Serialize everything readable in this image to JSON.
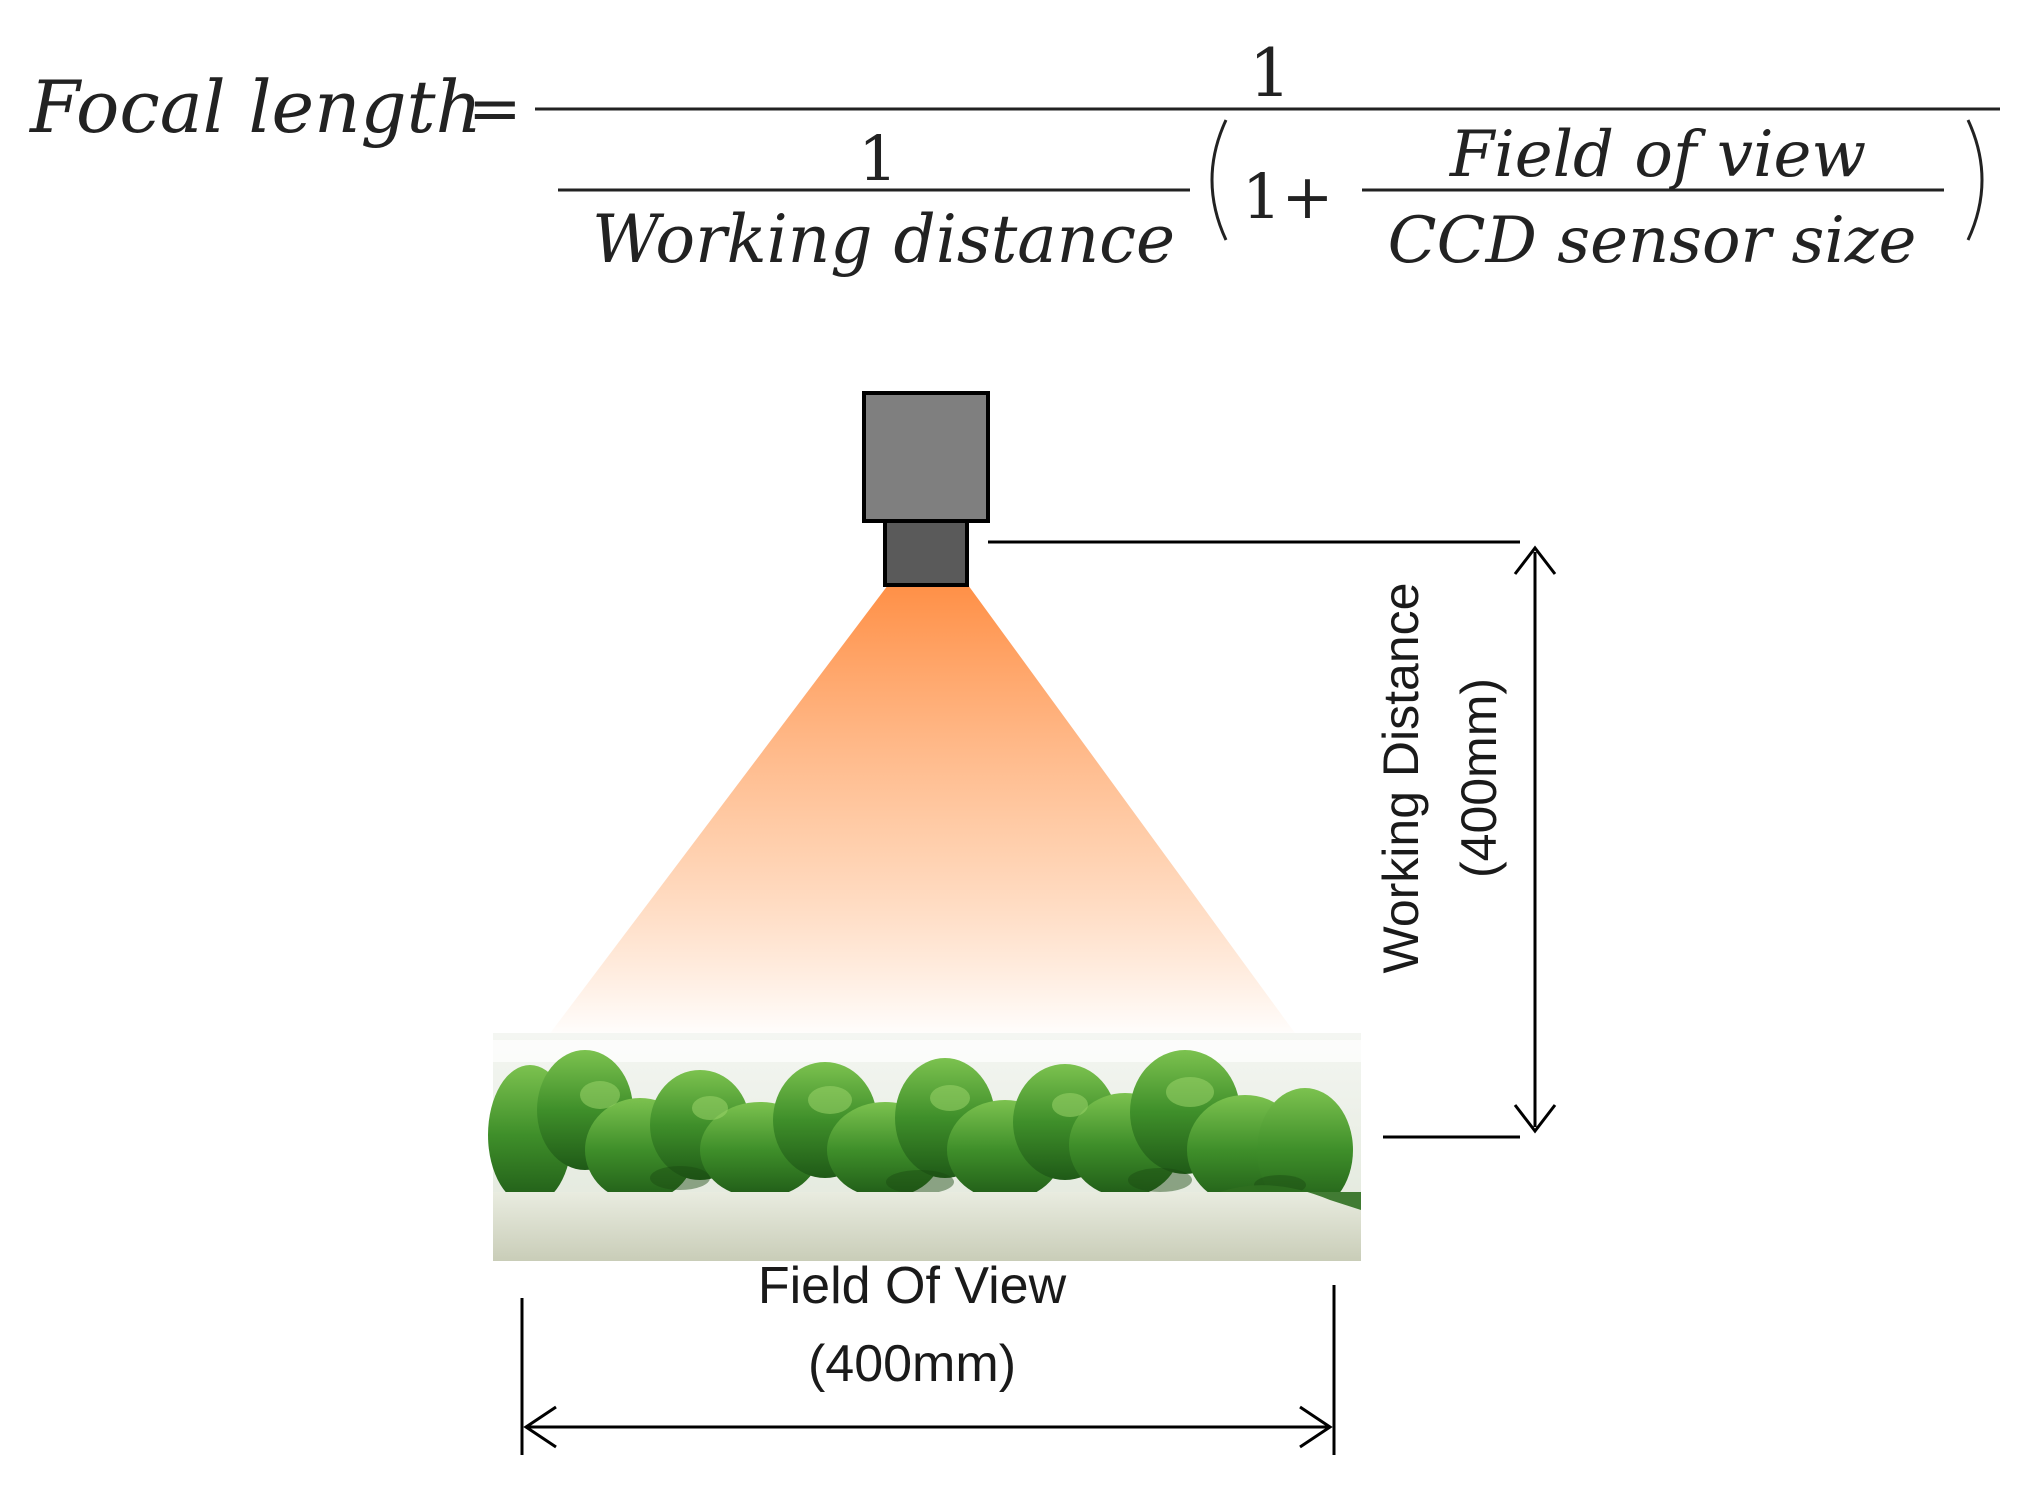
{
  "formula": {
    "lhs": "Focal length",
    "equals": "=",
    "numerator": "1",
    "inner_numerator": "1",
    "inner_denominator": "Working distance",
    "one_plus": "1+",
    "fov_numerator": "Field of view",
    "fov_denominator": "CCD sensor size"
  },
  "diagram": {
    "working_distance_label": "Working Distance",
    "working_distance_value": "(400mm)",
    "field_of_view_label": "Field Of View",
    "field_of_view_value": "(400mm)",
    "colors": {
      "light_cone": "#ff8a3d",
      "camera_body": "#7f7f7f",
      "camera_lens": "#5a5a5a",
      "leaves": "#3f8f2a",
      "tray": "#dfe3d2"
    },
    "icons": [
      "camera-icon",
      "plant-tray-image"
    ]
  }
}
